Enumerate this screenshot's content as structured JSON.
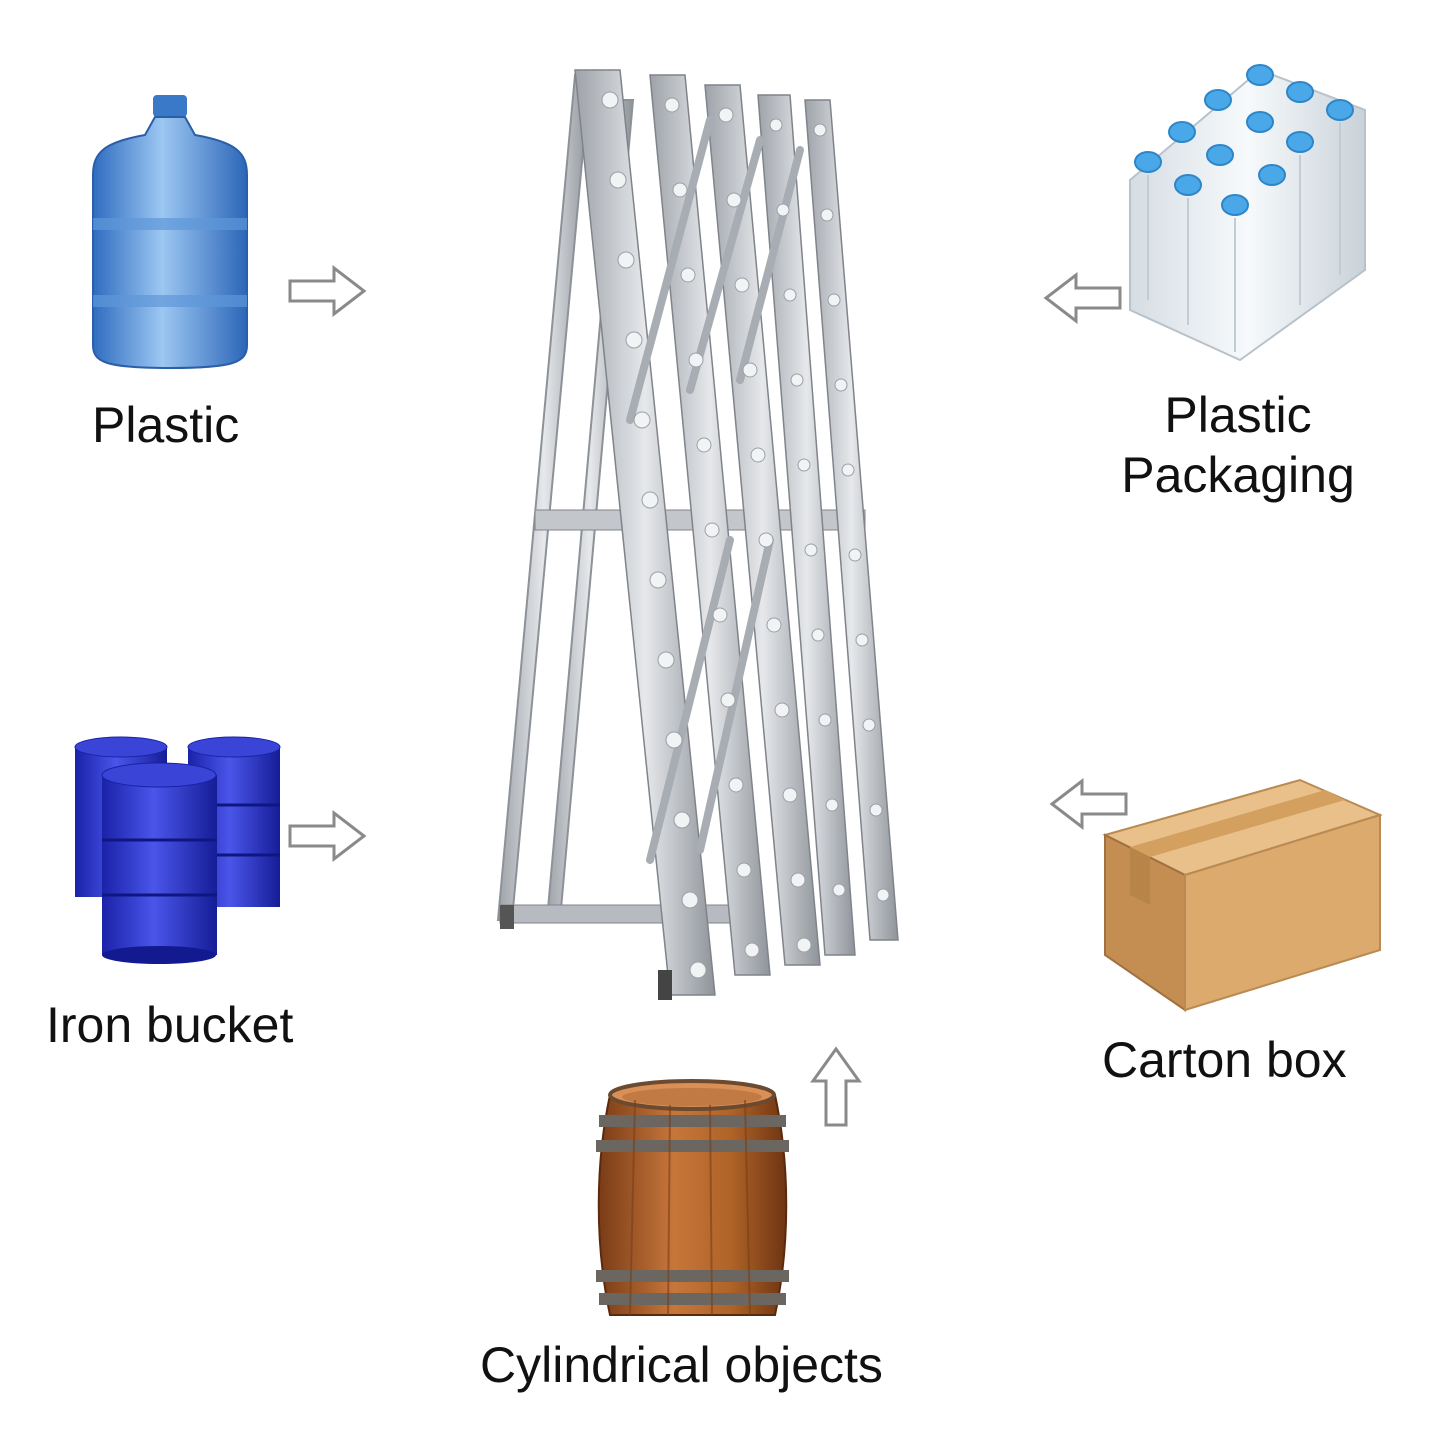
{
  "labels": {
    "plastic": "Plastic",
    "plastic_packaging": [
      "Plastic",
      "Packaging"
    ],
    "iron_bucket": "Iron bucket",
    "carton_box": "Carton box",
    "cylindrical_objects": "Cylindrical objects"
  },
  "icons": {
    "arrow": "hollow-arrow-icon",
    "water_jug": "water-jug-icon",
    "bottle_pack": "bottle-pack-icon",
    "drums": "steel-drum-icon",
    "carton": "carton-box-icon",
    "barrel": "wooden-barrel-icon",
    "rack": "flow-rack-icon"
  },
  "colors": {
    "text": "#111111",
    "arrow_outline": "#8a8a8a",
    "jug_blue": "#3f7fd0",
    "drum_blue": "#2233cc",
    "cap_blue": "#4aa8e8",
    "carton": "#d9a868",
    "barrel_wood": "#a85a28",
    "rack_silver": "#c8cbd0"
  }
}
